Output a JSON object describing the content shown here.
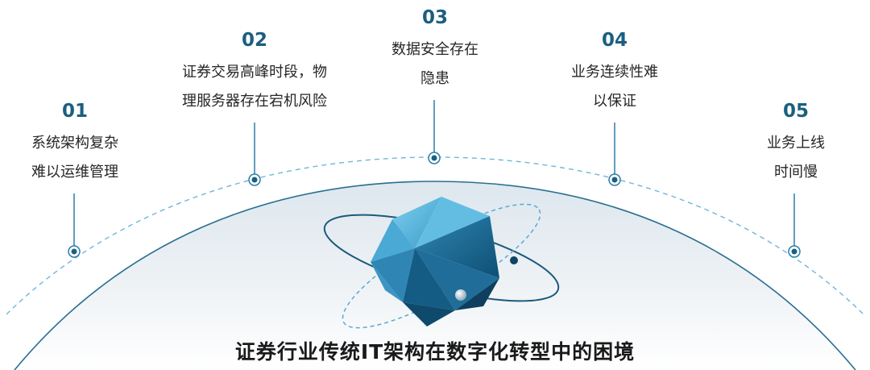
{
  "points": [
    {
      "num": "01",
      "line1": "系统架构复杂",
      "line2": "难以运维管理"
    },
    {
      "num": "02",
      "line1": "证券交易高峰时段，物",
      "line2": "理服务器存在宕机风险"
    },
    {
      "num": "03",
      "line1": "数据安全存在",
      "line2": "隐患"
    },
    {
      "num": "04",
      "line1": "业务连续性难",
      "line2": "以保证"
    },
    {
      "num": "05",
      "line1": "业务上线",
      "line2": "时间慢"
    }
  ],
  "title": "证券行业传统IT架构在数字化转型中的困境",
  "colors": {
    "accent": "#1b5f7f",
    "line": "#2a7ea8",
    "dash": "#6fb6d9"
  }
}
